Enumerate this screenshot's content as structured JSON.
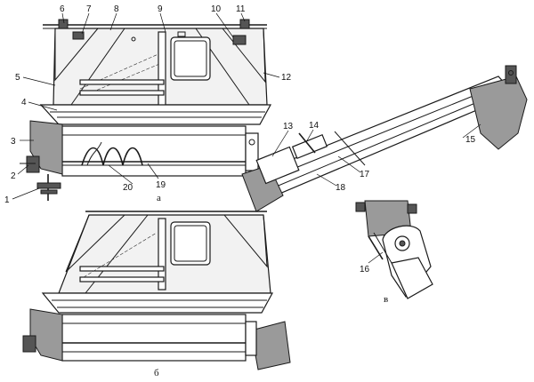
{
  "callouts": [
    "1",
    "2",
    "3",
    "4",
    "5",
    "6",
    "7",
    "8",
    "9",
    "10",
    "11",
    "12",
    "13",
    "14",
    "15",
    "16",
    "17",
    "18",
    "19",
    "20"
  ],
  "panels": {
    "a": "а",
    "b": "б",
    "v": "в"
  }
}
